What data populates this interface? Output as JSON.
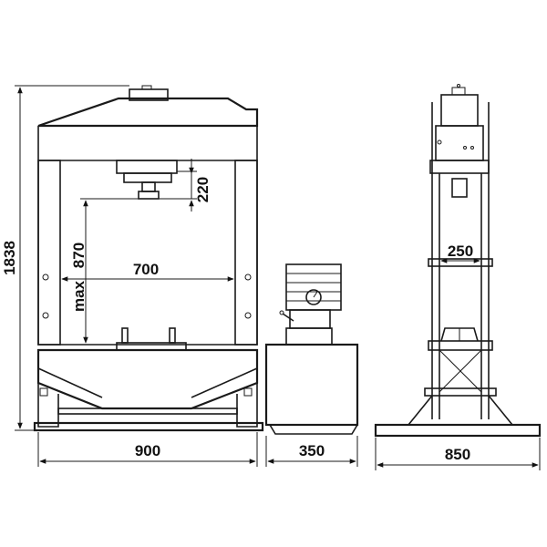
{
  "dimensions": {
    "overall_height": "1838",
    "press_width": "900",
    "pump_width": "350",
    "side_depth": "850",
    "inner_width": "700",
    "max_opening_prefix": "max",
    "max_opening": "870",
    "stroke": "220",
    "side_inner": "250"
  },
  "colors": {
    "line": "#1a1a1a",
    "background": "#ffffff"
  }
}
